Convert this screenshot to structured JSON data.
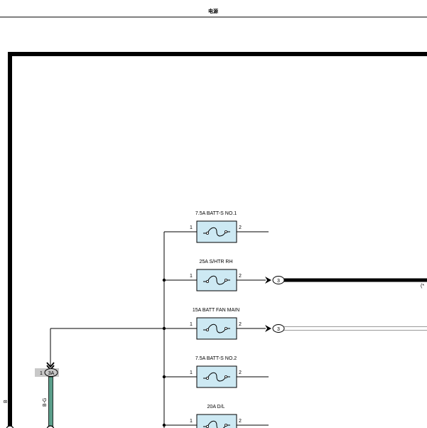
{
  "header": {
    "title": "电源"
  },
  "colors": {
    "wire": "#000000",
    "fuse_fill": "#cde9f3",
    "bg_wire_green": "#5b9e8a",
    "tag_grey": "#c8c8c8"
  },
  "fuses": [
    {
      "label": "7.5A BATT-S NO.1",
      "pin_left": "1",
      "pin_right": "2"
    },
    {
      "label": "25A S/HTR RH",
      "pin_left": "1",
      "pin_right": "2"
    },
    {
      "label": "15A BATT FAN MAIN",
      "pin_left": "1",
      "pin_right": "2"
    },
    {
      "label": "7.5A BATT-S NO.2",
      "pin_left": "1",
      "pin_right": "2"
    },
    {
      "label": "20A D/L",
      "pin_left": "1",
      "pin_right": "2"
    }
  ],
  "connectors": {
    "fuse2_out": "3",
    "fuse3_out": "3",
    "left_pin": "1",
    "left_code": "3A",
    "right_note": "(*"
  },
  "wires": {
    "left_color_code": "B-G",
    "main_color_code": "B"
  }
}
